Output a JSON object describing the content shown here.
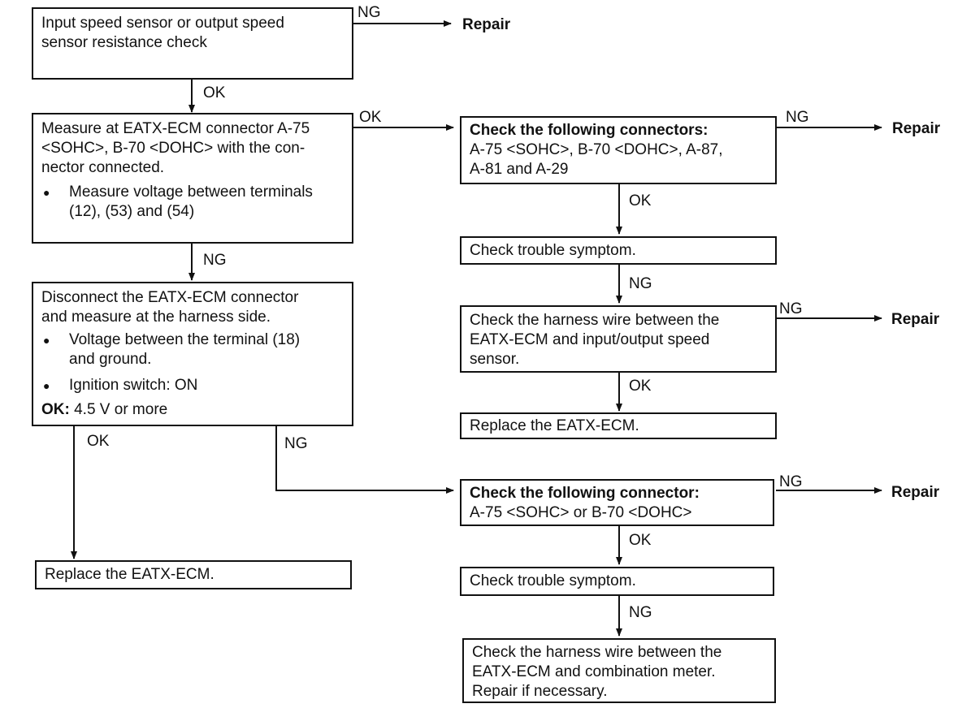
{
  "boxes": {
    "b1": {
      "l1": "Input speed sensor or output speed",
      "l2": "sensor resistance check"
    },
    "b2": {
      "l1": "Measure at EATX-ECM connector A-75",
      "l2": "<SOHC>, B-70 <DOHC> with the con-",
      "l3": "nector connected.",
      "bullet1a": "Measure voltage between terminals",
      "bullet1b": "(12), (53) and (54)"
    },
    "b3": {
      "l1": "Disconnect the EATX-ECM connector",
      "l2": "and measure at the harness side.",
      "bullet1a": "Voltage between the terminal (18)",
      "bullet1b": "and ground.",
      "bullet2": "Ignition switch: ON",
      "ok_label": "OK:",
      "ok_value": " 4.5 V or more"
    },
    "b4": {
      "l1": "Replace the EATX-ECM."
    },
    "r1": {
      "l1": "Check the following connectors:",
      "l2": "A-75 <SOHC>, B-70 <DOHC>, A-87,",
      "l3": "A-81 and A-29"
    },
    "r2": {
      "l1": "Check trouble symptom."
    },
    "r3": {
      "l1": "Check the harness wire between the",
      "l2": "EATX-ECM and input/output speed",
      "l3": "sensor."
    },
    "r4": {
      "l1": "Replace the EATX-ECM."
    },
    "r5": {
      "l1": "Check the following connector:",
      "l2": "A-75 <SOHC> or B-70 <DOHC>"
    },
    "r6": {
      "l1": "Check trouble symptom."
    },
    "r7": {
      "l1": "Check the harness wire between the",
      "l2": "EATX-ECM and combination meter.",
      "l3": "Repair if necessary."
    }
  },
  "labels": {
    "ng": "NG",
    "ok": "OK",
    "repair": "Repair"
  }
}
